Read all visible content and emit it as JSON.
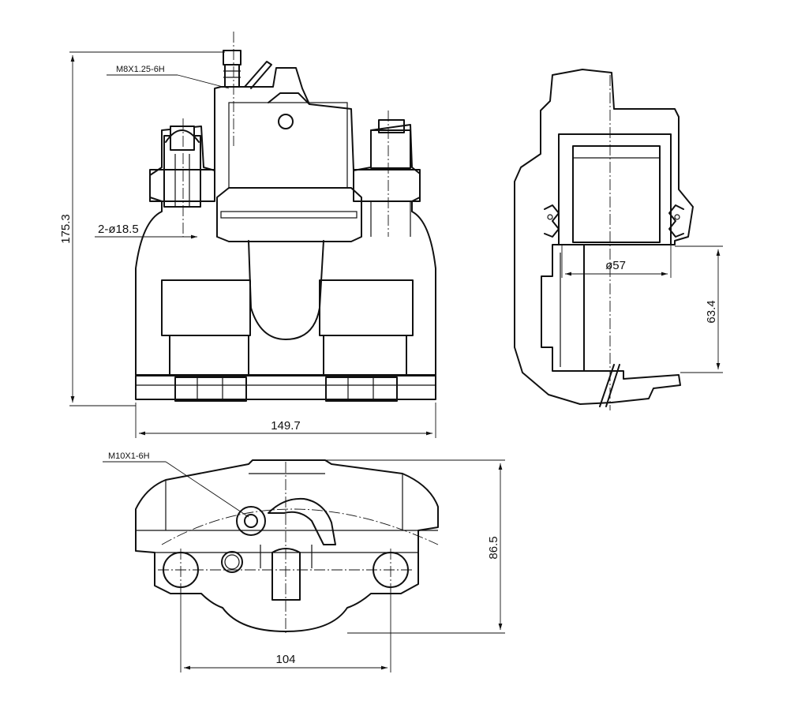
{
  "annotations": {
    "thread_bleed": "M8X1.25-6H",
    "thread_inlet": "M10X1-6H"
  },
  "dimensions": {
    "height_total": "175.3",
    "width_total": "149.7",
    "guide_pin_dia": "2-ø18.5",
    "piston_dia": "ø57",
    "section_depth": "63.4",
    "bottom_height": "86.5",
    "mount_spacing": "104"
  },
  "colors": {
    "line": "#111111",
    "background": "#ffffff"
  }
}
